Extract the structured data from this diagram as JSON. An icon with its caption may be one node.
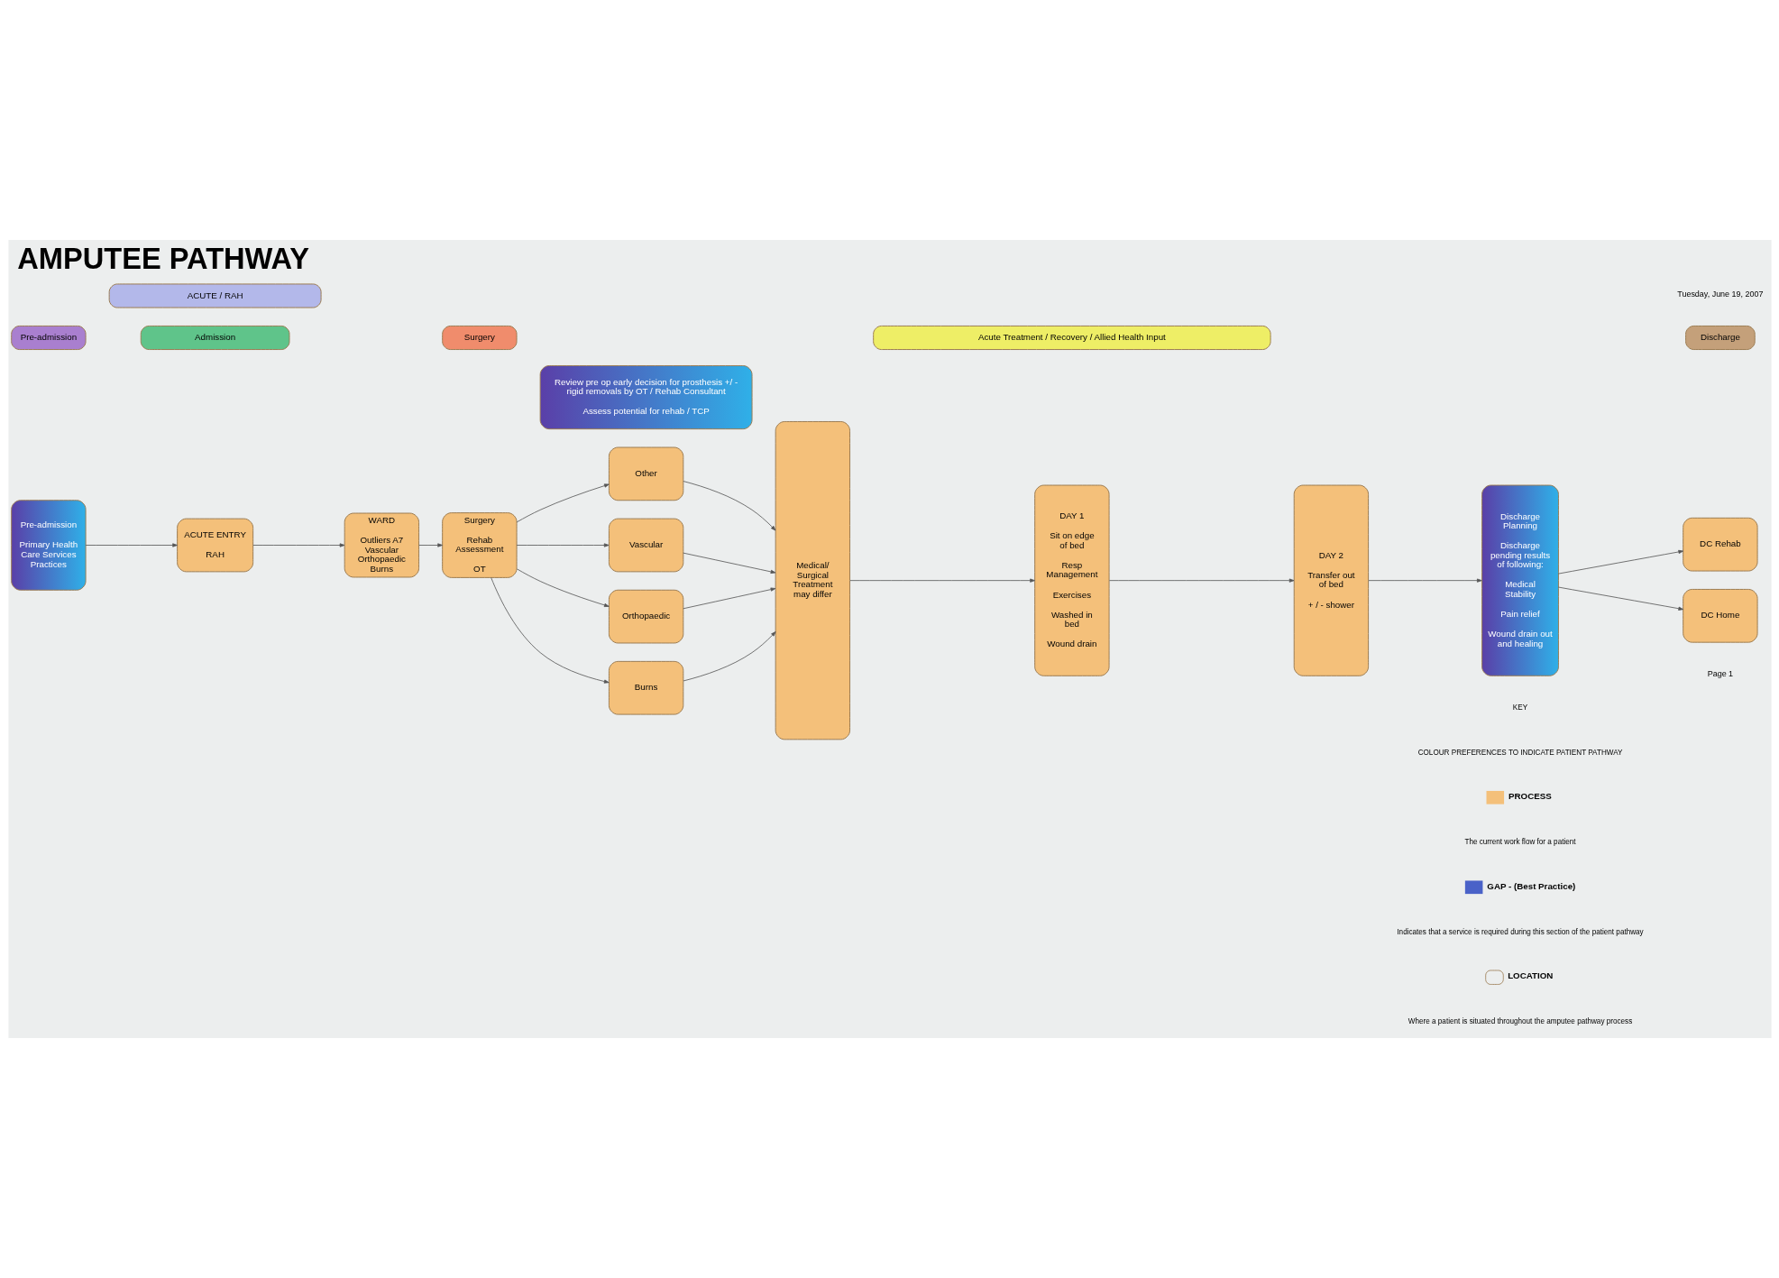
{
  "diagram": {
    "title": "AMPUTEE PATHWAY",
    "nodes": [
      {
        "text": [
          "Pre-admission"
        ]
      },
      {
        "text": [
          "ACUTE / RAH"
        ]
      },
      {
        "text": [
          "Admission"
        ]
      },
      {
        "text": [
          "Surgery"
        ]
      },
      {
        "text": [
          "Acute Treatment / Recovery / Allied Health Input"
        ]
      },
      {
        "text": [
          "Discharge"
        ]
      },
      {
        "text": [
          "Pre-admission",
          "Primary Health Care Services Practices"
        ]
      },
      {
        "text": [
          "ACUTE ENTRY",
          "RAH"
        ]
      },
      {
        "text": [
          "WARD",
          "Outliers A7 Vascular Orthopaedic Burns"
        ]
      },
      {
        "text": [
          "Surgery",
          "Rehab Assessment",
          "OT"
        ]
      },
      {
        "text": [
          "Review pre op early decision for prosthesis +/ - rigid removals by OT / Rehab Consultant",
          "Assess potential for rehab / TCP"
        ]
      },
      {
        "text": [
          "Other"
        ]
      },
      {
        "text": [
          "Vascular"
        ]
      },
      {
        "text": [
          "Orthopaedic"
        ]
      },
      {
        "text": [
          "Burns"
        ]
      },
      {
        "text": [
          "Medical/ Surgical Treatment may differ"
        ]
      },
      {
        "text": [
          "DAY 1",
          "Sit on edge of bed",
          "Resp Management",
          "Exercises",
          "Washed in bed",
          "Wound drain"
        ]
      },
      {
        "text": [
          "DAY 2",
          "Transfer out of bed",
          "+ / - shower"
        ]
      },
      {
        "text": [
          "Discharge Planning",
          "Discharge pending results of following:",
          "Medical Stability",
          "Pain relief",
          "Wound drain out and healing"
        ]
      },
      {
        "text": [
          "DC Rehab"
        ]
      },
      {
        "text": [
          "DC Home"
        ]
      }
    ],
    "edges": [
      {
        "from": 6,
        "to": 7,
        "arrow": "to"
      },
      {
        "from": 7,
        "to": 8,
        "arrow": "to"
      },
      {
        "from": 8,
        "to": 9,
        "arrow": "to"
      },
      {
        "from": 9,
        "to": 11,
        "arrow": "to"
      },
      {
        "from": 9,
        "to": 12,
        "arrow": "to"
      },
      {
        "from": 9,
        "to": 13,
        "arrow": "to"
      },
      {
        "from": 9,
        "to": 14,
        "arrow": "to"
      },
      {
        "from": 11,
        "to": 15,
        "arrow": "to"
      },
      {
        "from": 12,
        "to": 15,
        "arrow": "to"
      },
      {
        "from": 13,
        "to": 15,
        "arrow": "to"
      },
      {
        "from": 14,
        "to": 15,
        "arrow": "to"
      },
      {
        "from": 15,
        "to": 16,
        "arrow": "to"
      },
      {
        "from": 16,
        "to": 17,
        "arrow": "to"
      },
      {
        "from": 17,
        "to": 18,
        "arrow": "to"
      },
      {
        "from": 18,
        "to": 19,
        "arrow": "to"
      },
      {
        "from": 18,
        "to": 20,
        "arrow": "to"
      }
    ],
    "labels": [
      "Tuesday, June 19, 2007",
      "KEY",
      "COLOUR PREFERENCES TO INDICATE PATIENT PATHWAY",
      "The current work flow for a patient",
      "Indicates that a service is required during this section of the patient pathway",
      "Where a patient is situated throughout the amputee pathway process",
      "Page 1"
    ],
    "legend": [
      {
        "text": "PROCESS",
        "color": "#f4c07a"
      },
      {
        "text": "GAP - (Best Practice)",
        "color": "#4a62c8"
      },
      {
        "text": "LOCATION"
      }
    ]
  }
}
